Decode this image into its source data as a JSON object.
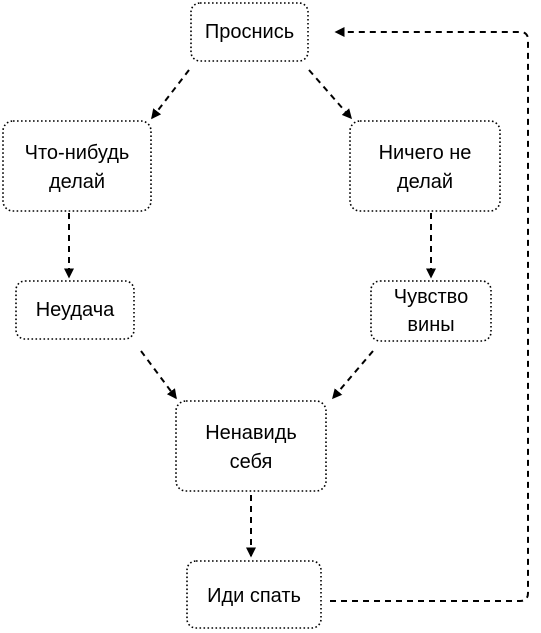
{
  "nodes": {
    "wake": {
      "lines": [
        "Проснись"
      ]
    },
    "do_something": {
      "lines": [
        "Что-нибудь",
        "делай"
      ]
    },
    "do_nothing": {
      "lines": [
        "Ничего не",
        "делай"
      ]
    },
    "failure": {
      "lines": [
        "Неудача"
      ]
    },
    "guilt": {
      "lines": [
        "Чувство",
        "вины"
      ]
    },
    "hate_self": {
      "lines": [
        "Ненавидь",
        "себя"
      ]
    },
    "sleep": {
      "lines": [
        "Иди спать"
      ]
    }
  },
  "edges": [
    {
      "from": "wake",
      "to": "do_something"
    },
    {
      "from": "wake",
      "to": "do_nothing"
    },
    {
      "from": "do_something",
      "to": "failure"
    },
    {
      "from": "do_nothing",
      "to": "guilt"
    },
    {
      "from": "failure",
      "to": "hate_self"
    },
    {
      "from": "guilt",
      "to": "hate_self"
    },
    {
      "from": "hate_self",
      "to": "sleep"
    },
    {
      "from": "sleep",
      "to": "wake"
    }
  ]
}
